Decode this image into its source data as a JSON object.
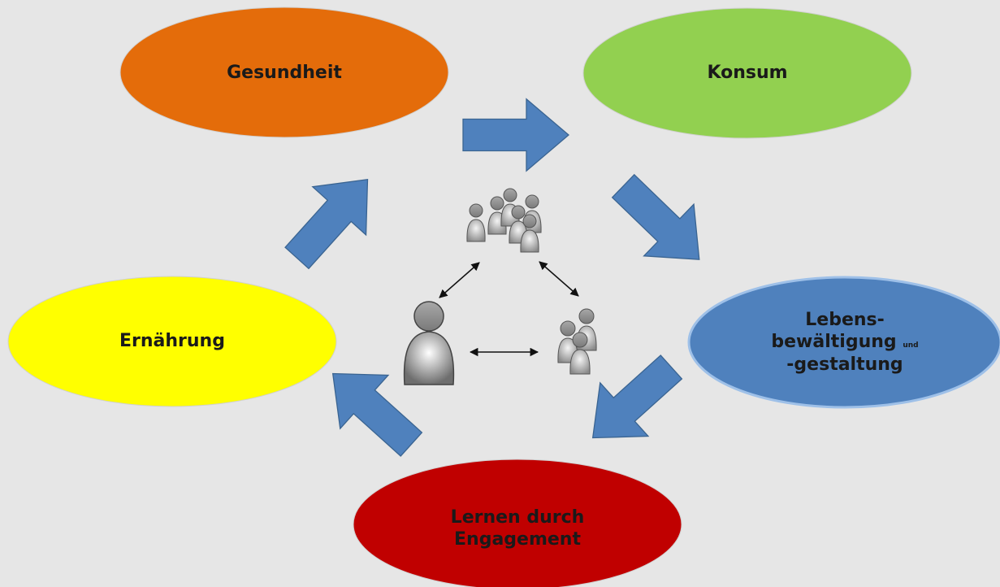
{
  "nodes": {
    "gesundheit": {
      "label": "Gesundheit",
      "color": "#e46c0a"
    },
    "konsum": {
      "label": "Konsum",
      "color": "#92d050"
    },
    "lebens": {
      "line1": "Lebens-",
      "line2": "bewältigung",
      "line2_small": "und",
      "line3": "-gestaltung",
      "color": "#4f81bd"
    },
    "lernen": {
      "line1": "Lernen durch",
      "line2": "Engagement",
      "color": "#c00000"
    },
    "ernaehrung": {
      "label": "Ernährung",
      "color": "#ffff00"
    }
  },
  "colors": {
    "background": "#e6e6e6",
    "arrow_fill": "#4f81bd",
    "arrow_stroke": "#3a6491",
    "person_fill": "#9a9a9a"
  },
  "icons": {
    "group": "people-group-icon",
    "single": "person-icon",
    "small_group": "people-trio-icon"
  }
}
